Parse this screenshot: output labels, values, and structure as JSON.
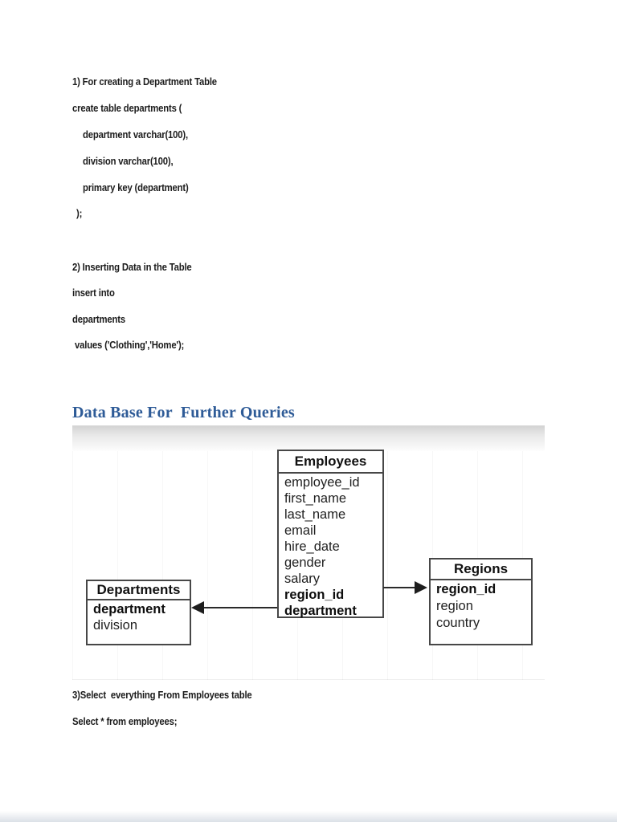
{
  "colors": {
    "heading_blue": "#2e5b97",
    "body_text": "#1c1c1c",
    "entity_border": "#474747",
    "arrow": "#1e1e1e",
    "band_gray": "#d2d2d2"
  },
  "document": {
    "heading": "Data Base For  Further Queries",
    "lines": [
      {
        "text": "1) For creating a Department Table"
      },
      {
        "text": "create table departments ("
      },
      {
        "text": "department varchar(100),"
      },
      {
        "text": "division varchar(100),"
      },
      {
        "text": "primary key (department)"
      },
      {
        "text": ");"
      },
      {
        "text": "2) Inserting Data in the Table"
      },
      {
        "text": "insert into"
      },
      {
        "text": "departments"
      },
      {
        "text": "values ('Clothing','Home');"
      },
      {
        "text": "3)Select  everything From Employees table"
      },
      {
        "text": "Select * from employees;"
      }
    ]
  },
  "diagram": {
    "employees": {
      "title": "Employees",
      "fields": [
        "employee_id",
        "first_name",
        "last_name",
        "email",
        "hire_date",
        "gender",
        "salary",
        "region_id",
        "department"
      ],
      "key_fields": [
        "region_id",
        "department"
      ]
    },
    "departments": {
      "title": "Departments",
      "fields": [
        "department",
        "division"
      ],
      "key_fields": [
        "department"
      ]
    },
    "regions": {
      "title": "Regions",
      "fields": [
        "region_id",
        "region",
        "country"
      ],
      "key_fields": [
        "region_id"
      ]
    },
    "relations": [
      {
        "from": "Employees.region_id",
        "to": "Regions.region_id",
        "direction": "right"
      },
      {
        "from": "Employees.department",
        "to": "Departments.department",
        "direction": "left"
      }
    ]
  }
}
